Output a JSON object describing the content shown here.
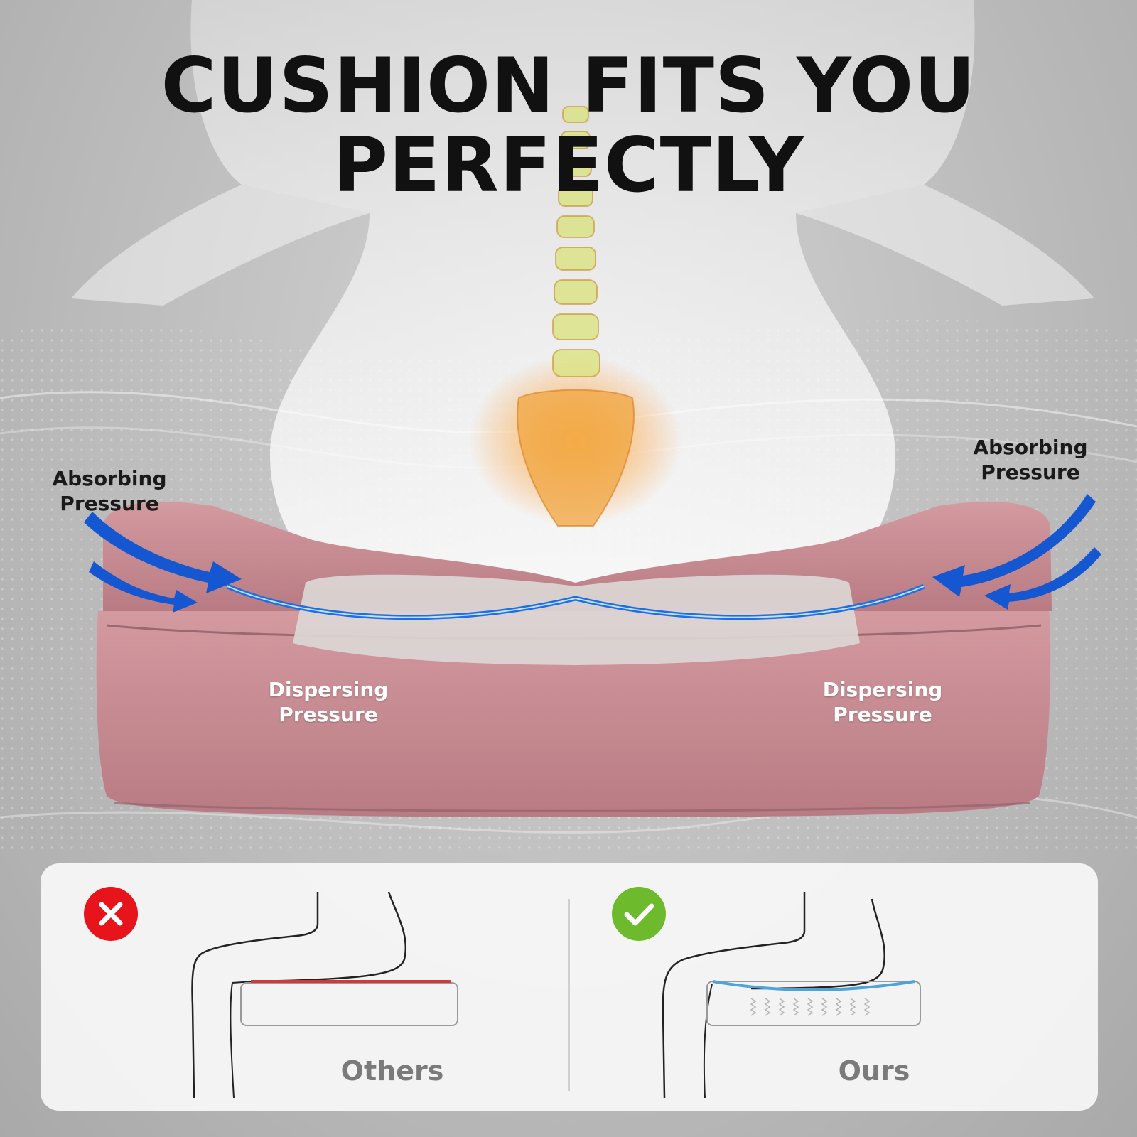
{
  "headline": {
    "line1": "CUSHION FITS YOU",
    "line2": "PERFECTLY"
  },
  "callouts": {
    "absorb_left": {
      "line1": "Absorbing",
      "line2": "Pressure"
    },
    "absorb_right": {
      "line1": "Absorbing",
      "line2": "Pressure"
    },
    "disperse_left": {
      "line1": "Dispersing",
      "line2": "Pressure"
    },
    "disperse_right": {
      "line1": "Dispersing",
      "line2": "Pressure"
    }
  },
  "comparison": {
    "others_label": "Others",
    "ours_label": "Ours"
  },
  "colors": {
    "cushion_pink": "#c98c93",
    "cushion_insert": "#d9d5d3",
    "arrow_blue": "#1457d1",
    "bad_red": "#e8141c",
    "good_green": "#6dbb2d",
    "others_line": "#d23a3a",
    "ours_line": "#4fa3d8"
  },
  "icons": {
    "bad": "cross-icon",
    "good": "checkmark-icon"
  }
}
